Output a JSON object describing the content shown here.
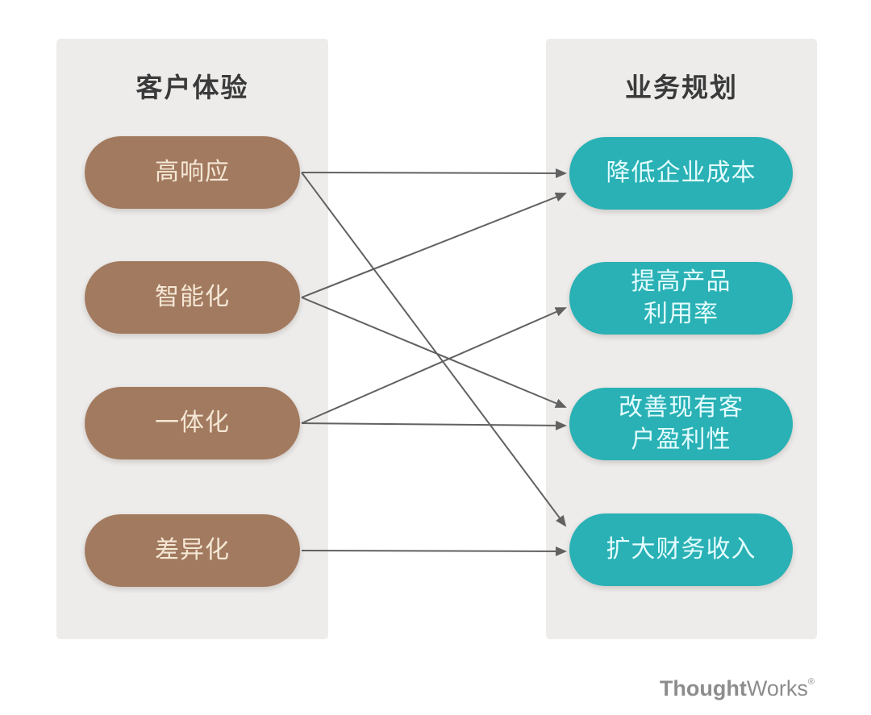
{
  "colors": {
    "background": "#ffffff",
    "panel": "#edeceb",
    "left_pill": "#a27a5f",
    "left_pill_text": "#f4e7d5",
    "right_pill": "#29b1b5",
    "right_pill_text": "#e4fcff",
    "arrow": "#616161",
    "title_text": "#3a3a3a",
    "logo_text": "#8d8d8d"
  },
  "left_column": {
    "title": "客户体验",
    "items": [
      "高响应",
      "智能化",
      "一体化",
      "差异化"
    ]
  },
  "right_column": {
    "title": "业务规划",
    "items": [
      "降低企业成本",
      "提高产品\n利用率",
      "改善现有客\n户盈利性",
      "扩大财务收入"
    ]
  },
  "connections": [
    {
      "from": "高响应",
      "to": "降低企业成本"
    },
    {
      "from": "高响应",
      "to": "扩大财务收入"
    },
    {
      "from": "智能化",
      "to": "降低企业成本"
    },
    {
      "from": "智能化",
      "to": "改善现有客户盈利性"
    },
    {
      "from": "一体化",
      "to": "提高产品利用率"
    },
    {
      "from": "一体化",
      "to": "改善现有客户盈利性"
    },
    {
      "from": "差异化",
      "to": "扩大财务收入"
    }
  ],
  "logo": {
    "bold": "Thought",
    "regular": "Works",
    "mark": "®"
  }
}
